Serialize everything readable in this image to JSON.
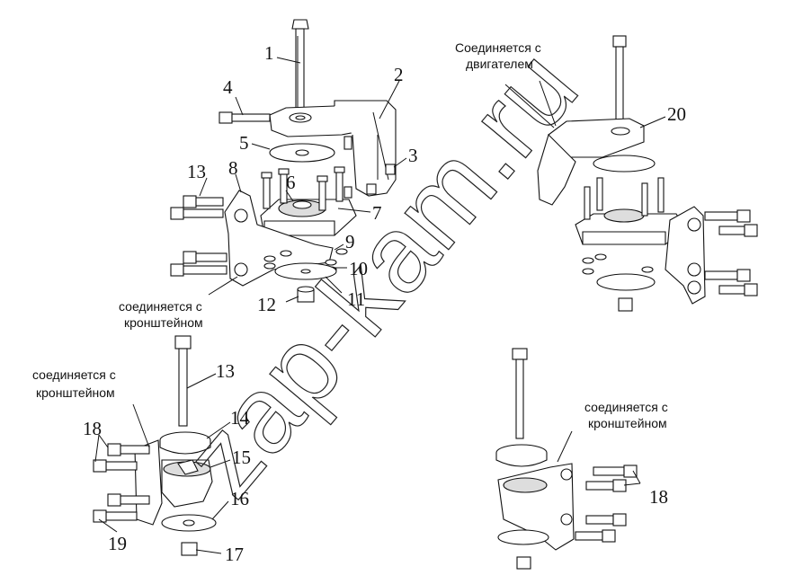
{
  "watermark": "zap-kam.ru",
  "captions": {
    "engine_line1": "Соединяется с",
    "engine_line2": "двигателем",
    "bracket_a_line1": "соединяется с",
    "bracket_a_line2": "кронштейном",
    "bracket_b_line1": "соединяется с",
    "bracket_b_line2": "кронштейном",
    "bracket_c_line1": "соединяется с",
    "bracket_c_line2": "кронштейном"
  },
  "callouts": {
    "n1": "1",
    "n2": "2",
    "n3": "3",
    "n4": "4",
    "n5": "5",
    "n6": "6",
    "n7": "7",
    "n8": "8",
    "n9": "9",
    "n10": "10",
    "n11": "11",
    "n12": "12",
    "n13a": "13",
    "n13b": "13",
    "n14": "14",
    "n15": "15",
    "n16": "16",
    "n17": "17",
    "n18a": "18",
    "n18b": "18",
    "n19": "19",
    "n20": "20"
  }
}
